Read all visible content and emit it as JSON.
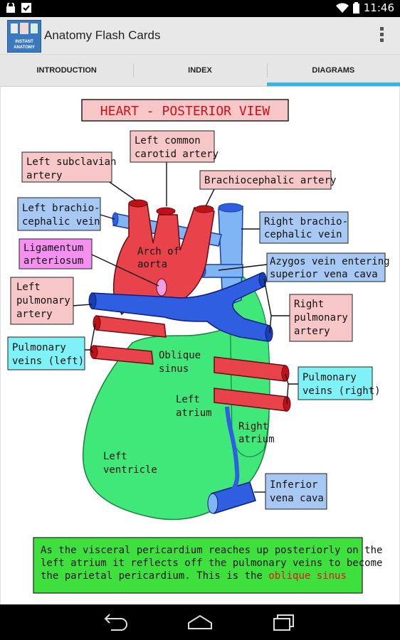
{
  "status_bar": {
    "time": "11:46"
  },
  "action_bar": {
    "app_title": "Anatomy Flash Cards",
    "app_icon_text": "INSTANT ANATOMY"
  },
  "tabs": [
    {
      "label": "INTRODUCTION"
    },
    {
      "label": "INDEX"
    },
    {
      "label": "DIAGRAMS"
    }
  ],
  "diagram": {
    "title": "HEART - POSTERIOR VIEW",
    "labels": {
      "left_common_carotid_1": "Left common",
      "left_common_carotid_2": "carotid artery",
      "left_subclavian_1": "Left subclavian",
      "left_subclavian_2": "artery",
      "brachiocephalic_artery": "Brachiocephalic artery",
      "left_brachio_vein_1": "Left brachio-",
      "left_brachio_vein_2": "cephalic vein",
      "right_brachio_vein_1": "Right brachio-",
      "right_brachio_vein_2": "cephalic vein",
      "ligamentum_1": "Ligamentum",
      "ligamentum_2": "arteriosum",
      "arch_1": "Arch of",
      "arch_2": "aorta",
      "azygos_1": "Azygos vein entering",
      "azygos_2": "superior vena cava",
      "left_pulm_artery_1": "Left",
      "left_pulm_artery_2": "pulmonary",
      "left_pulm_artery_3": "artery",
      "right_pulm_artery_1": "Right",
      "right_pulm_artery_2": "pulmonary",
      "right_pulm_artery_3": "artery",
      "pulm_veins_left_1": "Pulmonary",
      "pulm_veins_left_2": "veins (left)",
      "oblique_1": "Oblique",
      "oblique_2": "sinus",
      "pulm_veins_right_1": "Pulmonary",
      "pulm_veins_right_2": "veins (right)",
      "left_atrium_1": "Left",
      "left_atrium_2": "atrium",
      "right_atrium_1": "Right",
      "right_atrium_2": "atrium",
      "left_ventricle_1": "Left",
      "left_ventricle_2": "ventricle",
      "ivc_1": "Inferior",
      "ivc_2": "vena cava"
    },
    "note_line1": "As the visceral pericardium reaches up posteriorly on the",
    "note_line2": "left atrium it reflects off the pulmonary veins to become",
    "note_line3_prefix": "the parietal pericardium. This is the ",
    "note_highlight": "oblique sinus"
  },
  "colors": {
    "artery_red": "#e8424a",
    "vein_blue": "#2f5fe0",
    "heart_green": "#3fe878",
    "label_pink": "#f7c6c6",
    "label_blue": "#a6c8f2",
    "label_magenta": "#f58ff0",
    "label_cyan": "#7ff2f7",
    "note_green": "#3ee03e",
    "accent": "#33b5e5"
  },
  "icons": [
    "lock-icon",
    "check-icon",
    "wifi-icon",
    "battery-icon",
    "overflow-menu-icon",
    "back-icon",
    "home-icon",
    "recents-icon"
  ]
}
